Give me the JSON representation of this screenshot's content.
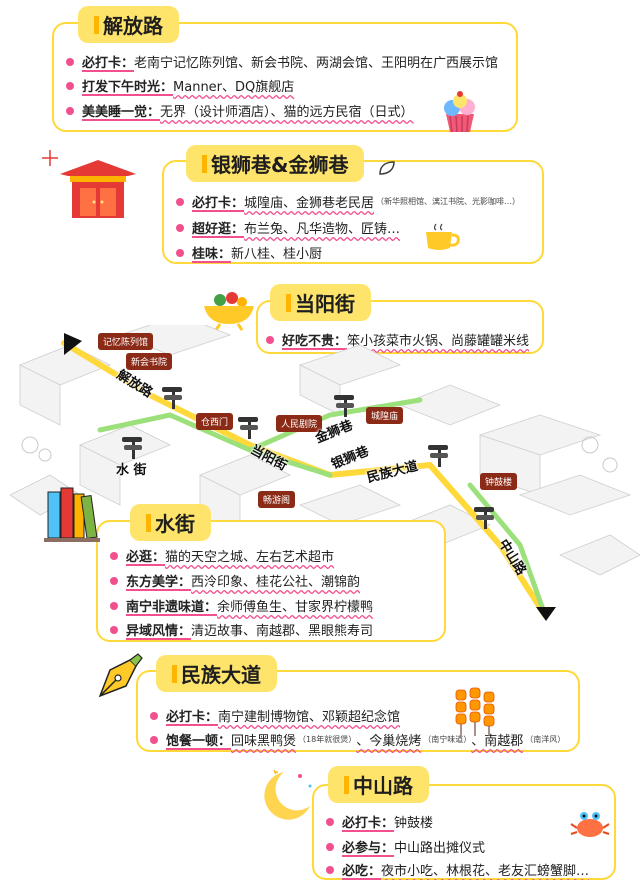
{
  "sections": {
    "jiefang": {
      "title": "解放路",
      "rows": [
        {
          "key": "必打卡：",
          "text": "老南宁记忆陈列馆、新会书院、两湖会馆、王阳明在广西展示馆"
        },
        {
          "key": "打发下午时光：",
          "text": "Manner、DQ旗舰店"
        },
        {
          "key": "美美睡一觉：",
          "text": "无界（设计师酒店）、猫的远方民宿（日式）"
        }
      ]
    },
    "yinshixiang": {
      "title": "银狮巷&金狮巷",
      "rows": [
        {
          "key": "必打卡：",
          "text": "城隍庙、金狮巷老民居",
          "small": "（新华照相馆、漓江书院、光影咖啡…）"
        },
        {
          "key": "超好逛：",
          "text": "布兰兔、凡华造物、匠铸…"
        },
        {
          "key": "桂味：",
          "text": "新八桂、桂小厨"
        }
      ]
    },
    "dangyang": {
      "title": "当阳街",
      "rows": [
        {
          "key": "好吃不贵：",
          "text": "笨小孩菜市火锅、尚藤罐罐米线"
        }
      ]
    },
    "shuijie": {
      "title": "水街",
      "rows": [
        {
          "key": "必逛：",
          "text": "猫的天空之城、左右艺术超市"
        },
        {
          "key": "东方美学：",
          "text": "西泠印象、桂花公社、潮锦韵"
        },
        {
          "key": "南宁非遗味道：",
          "text": "余师傅鱼生、甘家界柠檬鸭"
        },
        {
          "key": "异域风情：",
          "text": "清迈故事、南越郡、黑眼熊寿司"
        }
      ]
    },
    "minzu": {
      "title": "民族大道",
      "rows": [
        {
          "key": "必打卡：",
          "text": "南宁建制博物馆、邓颖超纪念馆"
        },
        {
          "key": "饱餐一顿：",
          "text": "回味黑鸭煲",
          "small": "（18年就很煲）",
          "text2": "、今巢烧烤",
          "small2": "（南宁味道）",
          "text3": "、南越郡",
          "small3": "（南洋风）"
        }
      ]
    },
    "zhongshan": {
      "title": "中山路",
      "rows": [
        {
          "key": "必打卡：",
          "text": "钟鼓楼"
        },
        {
          "key": "必参与：",
          "text": "中山路出摊仪式"
        },
        {
          "key": "必吃：",
          "text": "夜市小吃、林根花、老友汇螃蟹脚…"
        }
      ]
    }
  },
  "map": {
    "tags": {
      "jiyi": "记忆陈列馆",
      "xinhui": "新会书院",
      "cangximen": "仓西门",
      "renmin": "人民剧院",
      "chenghuang": "城隍庙",
      "zhonggu": "钟鼓楼",
      "changyou": "畅游阁"
    },
    "streets": {
      "jiefang": "解放路",
      "dangyang": "当阳街",
      "jinshi": "金狮巷",
      "yinshi": "银狮巷",
      "minzu": "民族大道",
      "shuijie": "水 街",
      "zhongshan": "中山路"
    }
  },
  "colors": {
    "accent_yellow": "#ffd83a",
    "pill_yellow": "#ffe46b",
    "bullet_pink": "#f24f8e",
    "route_yellow": "#ffd83a",
    "route_green": "#9be07a",
    "tag_brown": "#8b2b17"
  }
}
